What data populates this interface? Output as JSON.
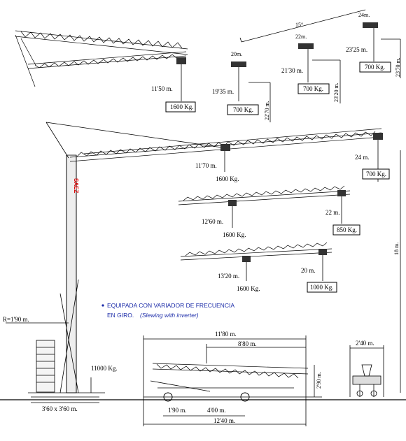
{
  "top_left": {
    "reach": "11'50 m.",
    "load": "1600 Kg."
  },
  "luffing": {
    "angle": "15°",
    "positions": [
      {
        "length": "20m.",
        "reach": "19'35 m.",
        "load": "700 Kg.",
        "height": "22'70 m."
      },
      {
        "length": "22m.",
        "reach": "21'30 m.",
        "load": "700 Kg.",
        "height": "23'20 m."
      },
      {
        "length": "24m.",
        "reach": "23'25 m.",
        "load": "700 Kg.",
        "height": "23'70 m."
      }
    ]
  },
  "main_crane": {
    "brand": "SAEZ",
    "jib_24": {
      "near_reach": "11'70 m.",
      "near_load": "1600 Kg.",
      "far_reach": "24 m.",
      "far_load": "700 Kg."
    },
    "jib_22": {
      "near_reach": "12'60 m.",
      "near_load": "1600 Kg.",
      "far_reach": "22 m.",
      "far_load": "850 Kg."
    },
    "jib_20": {
      "near_reach": "13'20 m.",
      "near_load": "1600 Kg.",
      "far_reach": "20 m.",
      "far_load": "1000 Kg."
    },
    "height": "18 m.",
    "counter_radius": "R=1'90 m.",
    "ballast": "11000 Kg.",
    "base": "3'60 x 3'60 m."
  },
  "note": {
    "line1": "EQUIPADA CON VARIADOR DE FRECUENCIA",
    "line2": "EN GIRO.",
    "line2_italic": "(Slewing with inverter)"
  },
  "transport": {
    "total_top": "11'80 m.",
    "jib_len": "8'80 m.",
    "height": "2'90 m.",
    "axle_front": "1'90 m.",
    "axle_span": "4'00 m.",
    "total_bottom": "12'40 m."
  },
  "end_view": {
    "width": "2'40 m."
  }
}
